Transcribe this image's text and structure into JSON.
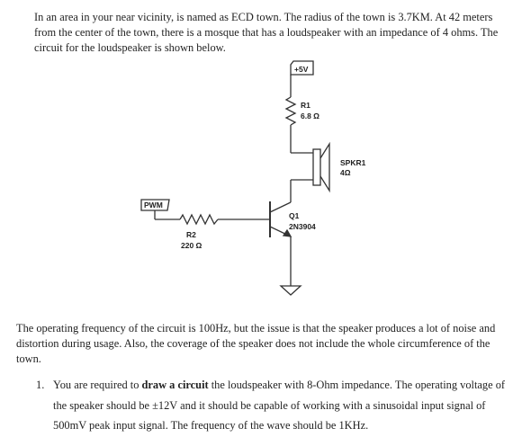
{
  "intro_text": "In an area in your near vicinity, is named as ECD town. The radius of the town is 3.7KM. At 42 meters from the center of the town, there is a mosque that has a loudspeaker with an impedance of 4 ohms. The circuit for the loudspeaker is shown below.",
  "circuit": {
    "supply_label": "+5V",
    "r1_name": "R1",
    "r1_value": "6.8 Ω",
    "speaker_name": "SPKR1",
    "speaker_value": "4Ω",
    "pwm_label": "PWM",
    "r2_name": "R2",
    "r2_value": "220 Ω",
    "q1_name": "Q1",
    "q1_part": "2N3904"
  },
  "problem_text": "The operating frequency of the circuit is 100Hz, but the issue is that the speaker produces a lot of noise and distortion during usage. Also, the coverage of the speaker does not include the whole circumference of the town.",
  "task": {
    "number": "1.",
    "text_before": "You are required to ",
    "text_bold": "draw a circuit",
    "text_after": " the loudspeaker with 8-Ohm impedance. The operating voltage of the speaker should be ±12V and it should be capable of working with a sinusoidal input signal of 500mV peak input signal. The frequency of the wave should be 1KHz."
  }
}
